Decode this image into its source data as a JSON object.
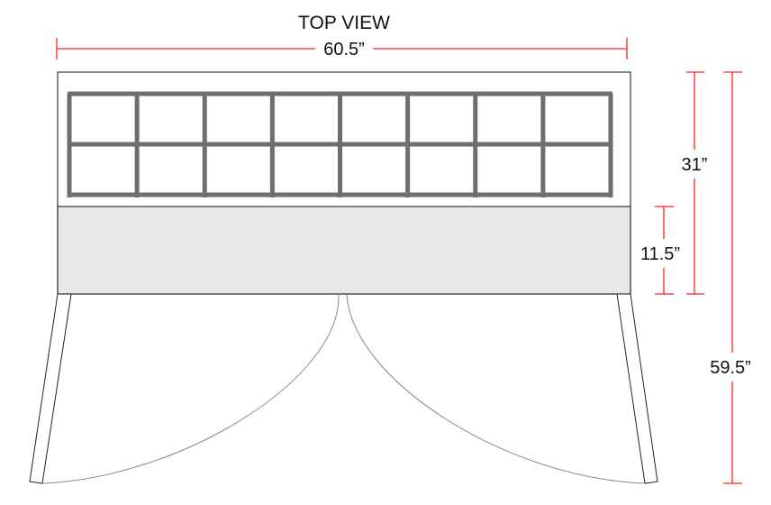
{
  "title": "TOP VIEW",
  "dimensions": {
    "width": "60.5”",
    "depth_top": "31”",
    "depth_shelf": "11.5”",
    "depth_total": "59.5”"
  },
  "grid": {
    "columns": 8,
    "rows": 2
  },
  "colors": {
    "dimension": "#ff2020",
    "grid": "#6d6e71",
    "shelf": "#e6e7e8",
    "outline": "#333333"
  }
}
